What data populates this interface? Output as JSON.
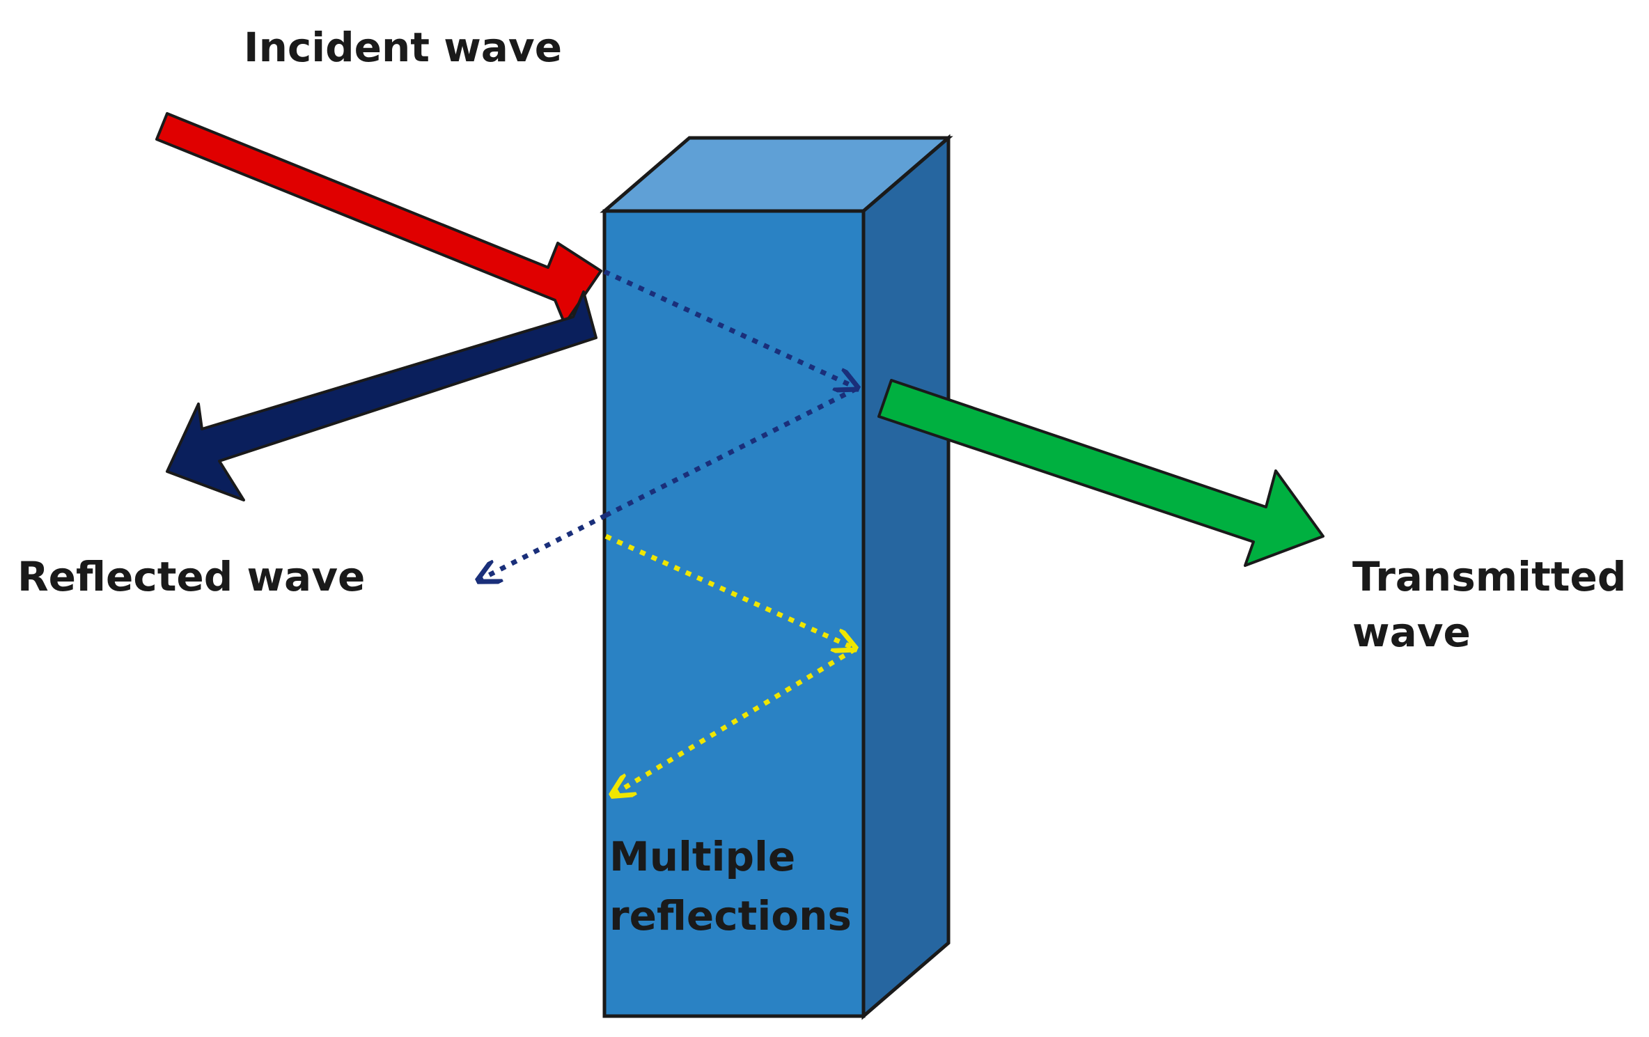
{
  "labels": {
    "incident": "Incident wave",
    "reflected": "Reflected wave",
    "transmitted_line1": "Transmitted",
    "transmitted_line2": "wave",
    "multiple_line1": "Multiple",
    "multiple_line2": "reflections"
  },
  "colors": {
    "incident_arrow": "#e00000",
    "reflected_arrow": "#0a1f5c",
    "transmitted_arrow": "#00b040",
    "slab_front": "#2a82c4",
    "slab_top": "#5fa0d6",
    "slab_side": "#2666a0",
    "dotted_dark": "#1a2f7a",
    "dotted_yellow": "#f0e600"
  }
}
